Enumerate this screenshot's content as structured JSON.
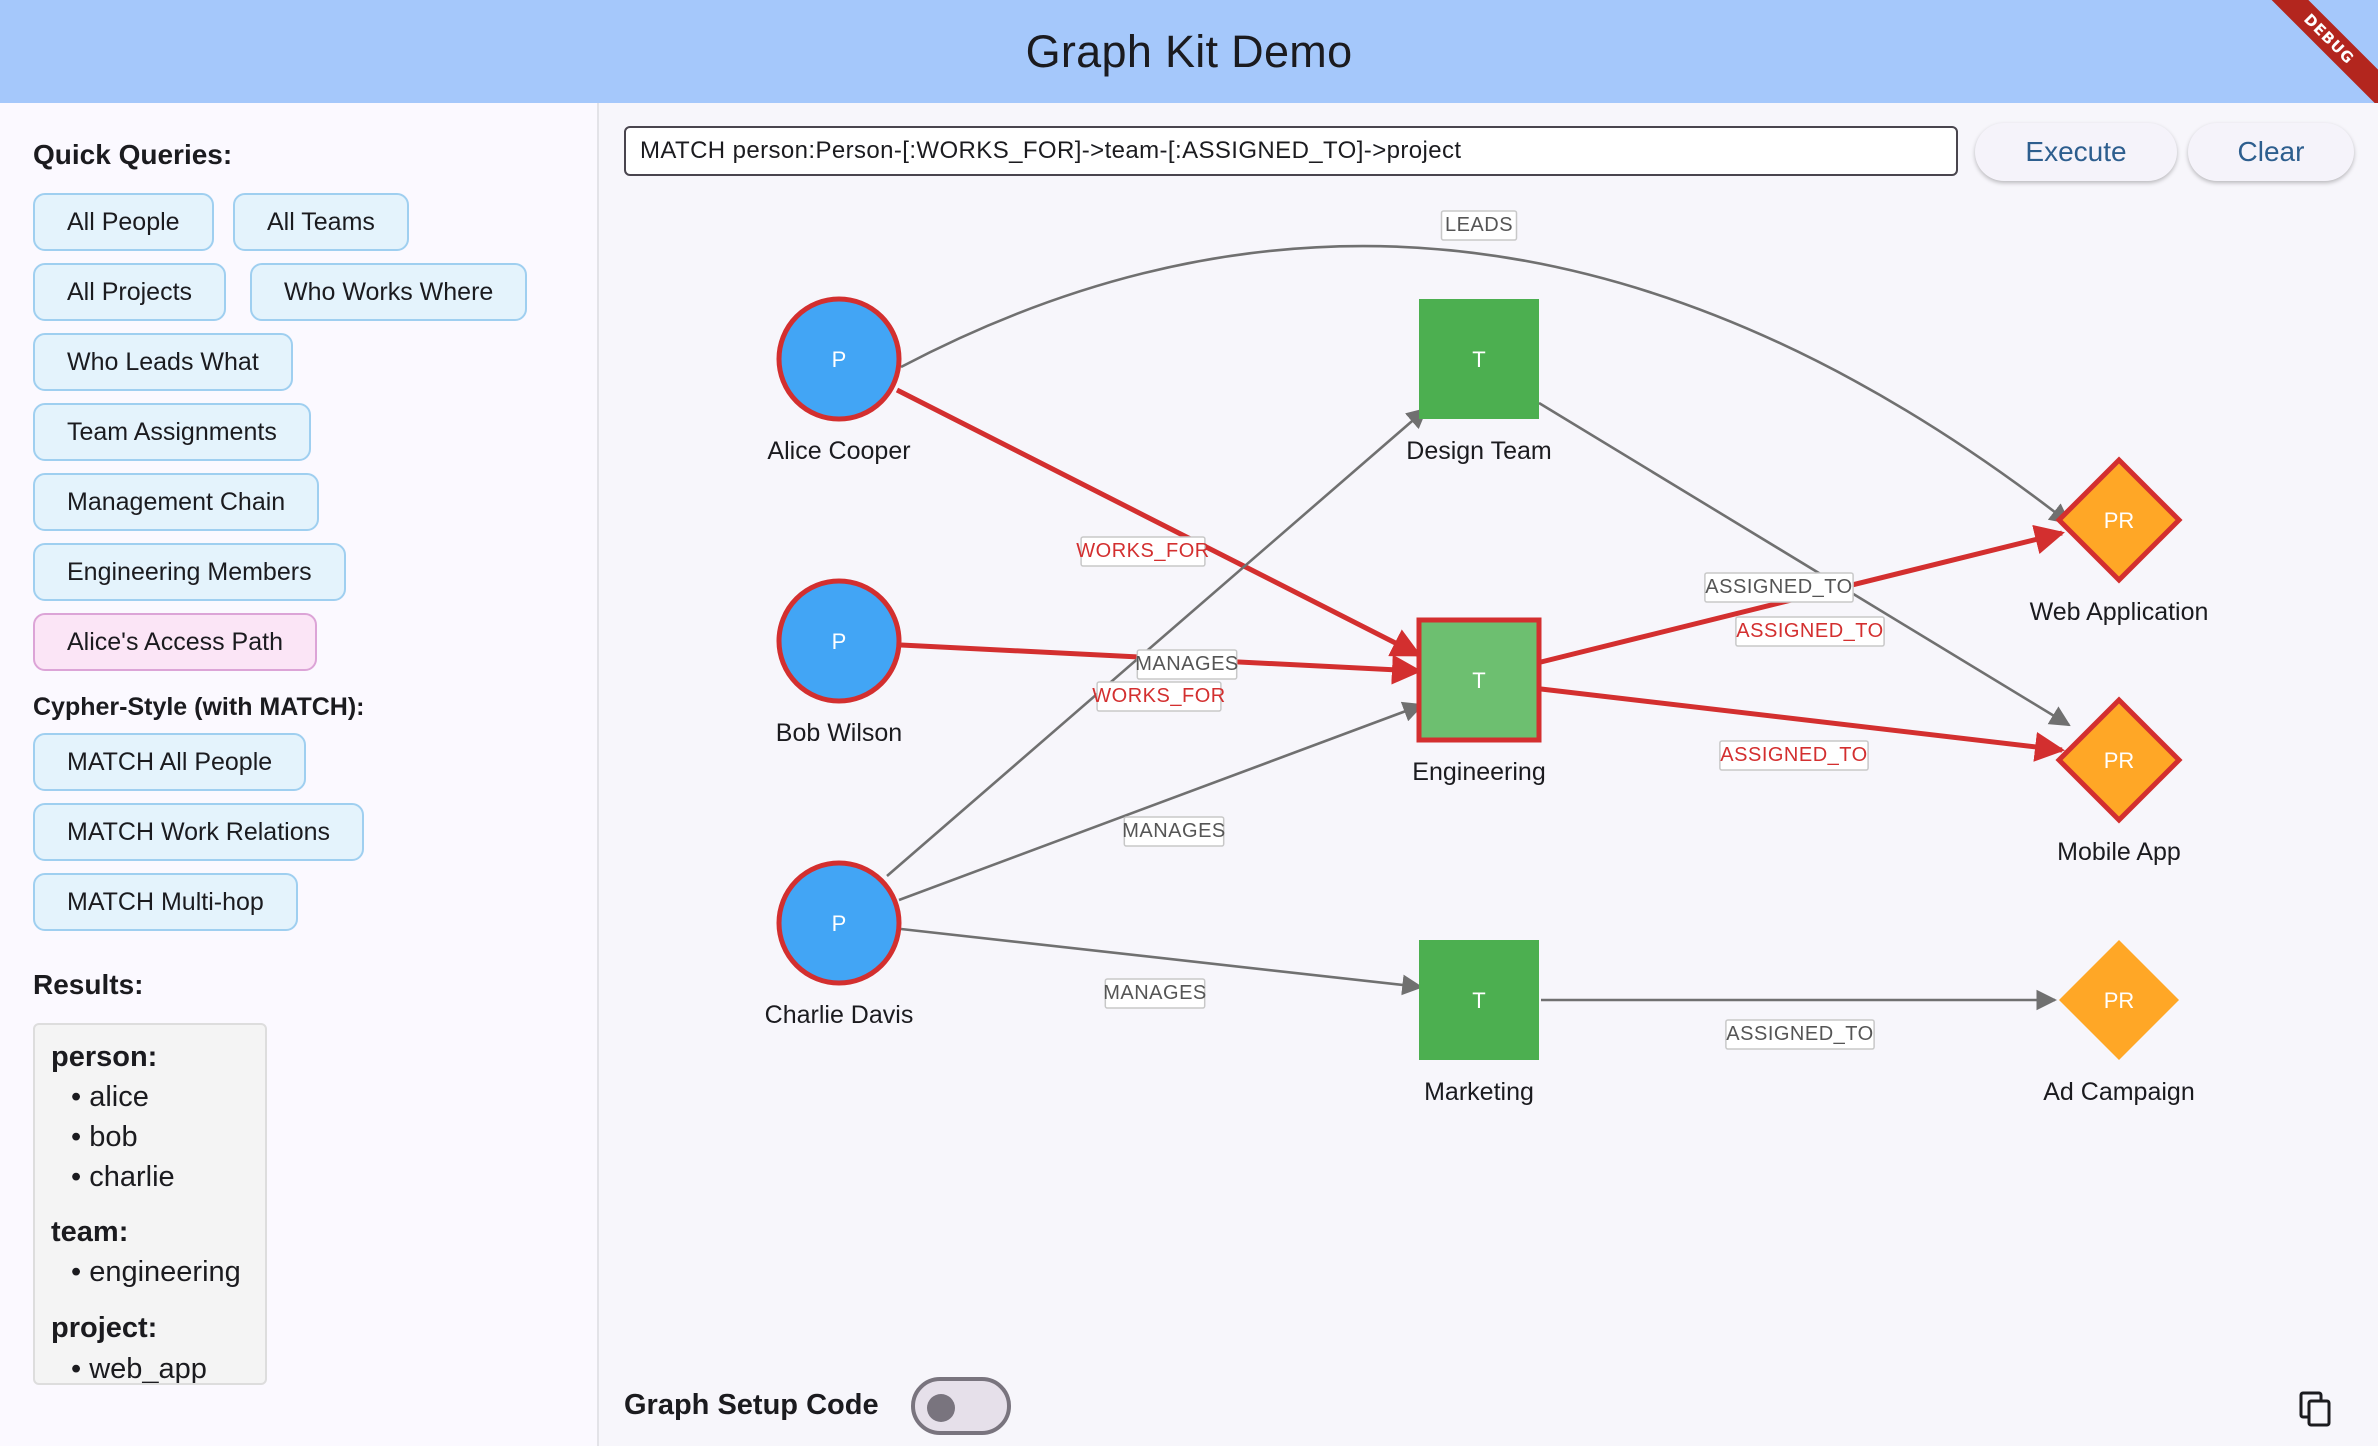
{
  "app": {
    "title": "Graph Kit Demo",
    "debug_banner": "DEBUG"
  },
  "sidebar": {
    "quick_queries_title": "Quick Queries:",
    "quick_queries": [
      "All People",
      "All Teams",
      "All Projects",
      "Who Works Where",
      "Who Leads What",
      "Team Assignments",
      "Management Chain",
      "Engineering Members",
      "Alice's Access Path"
    ],
    "cypher_title": "Cypher-Style (with MATCH):",
    "cypher_queries": [
      "MATCH All People",
      "MATCH Work Relations",
      "MATCH Multi-hop"
    ],
    "results_title": "Results:",
    "results": {
      "person_key": "person:",
      "person": [
        "alice",
        "bob",
        "charlie"
      ],
      "team_key": "team:",
      "team": [
        "engineering"
      ],
      "project_key": "project:",
      "project": [
        "web_app"
      ]
    }
  },
  "main": {
    "query": "MATCH person:Person-[:WORKS_FOR]->team-[:ASSIGNED_TO]->project",
    "execute_label": "Execute",
    "clear_label": "Clear",
    "setup_code_label": "Graph Setup Code",
    "setup_code_enabled": false
  },
  "graph": {
    "colors": {
      "person": "#42a5f5",
      "team": "#4caf50",
      "team_selected": "#6dbf70",
      "project": "#ffa726",
      "highlight": "#d32f2f",
      "edge": "#707070"
    },
    "nodes": [
      {
        "id": "alice",
        "type": "person",
        "glyph": "P",
        "label": "Alice Cooper",
        "highlighted": true
      },
      {
        "id": "bob",
        "type": "person",
        "glyph": "P",
        "label": "Bob Wilson",
        "highlighted": true
      },
      {
        "id": "charlie",
        "type": "person",
        "glyph": "P",
        "label": "Charlie Davis",
        "highlighted": true
      },
      {
        "id": "design",
        "type": "team",
        "glyph": "T",
        "label": "Design Team",
        "highlighted": false
      },
      {
        "id": "engineering",
        "type": "team",
        "glyph": "T",
        "label": "Engineering",
        "highlighted": true
      },
      {
        "id": "marketing",
        "type": "team",
        "glyph": "T",
        "label": "Marketing",
        "highlighted": false
      },
      {
        "id": "webapp",
        "type": "project",
        "glyph": "PR",
        "label": "Web Application",
        "highlighted": true
      },
      {
        "id": "mobile",
        "type": "project",
        "glyph": "PR",
        "label": "Mobile App",
        "highlighted": true
      },
      {
        "id": "adcampaign",
        "type": "project",
        "glyph": "PR",
        "label": "Ad Campaign",
        "highlighted": false
      }
    ],
    "edges": [
      {
        "from": "alice",
        "to": "webapp",
        "label": "LEADS",
        "highlighted": false
      },
      {
        "from": "alice",
        "to": "engineering",
        "label": "WORKS_FOR",
        "highlighted": true
      },
      {
        "from": "bob",
        "to": "engineering",
        "label": "WORKS_FOR",
        "highlighted": true
      },
      {
        "from": "charlie",
        "to": "design",
        "label": "MANAGES",
        "highlighted": false
      },
      {
        "from": "charlie",
        "to": "engineering",
        "label": "MANAGES",
        "highlighted": false
      },
      {
        "from": "charlie",
        "to": "marketing",
        "label": "MANAGES",
        "highlighted": false
      },
      {
        "from": "design",
        "to": "mobile",
        "label": "ASSIGNED_TO",
        "highlighted": false
      },
      {
        "from": "engineering",
        "to": "webapp",
        "label": "ASSIGNED_TO",
        "highlighted": true
      },
      {
        "from": "engineering",
        "to": "mobile",
        "label": "ASSIGNED_TO",
        "highlighted": true
      },
      {
        "from": "marketing",
        "to": "adcampaign",
        "label": "ASSIGNED_TO",
        "highlighted": false
      }
    ]
  }
}
